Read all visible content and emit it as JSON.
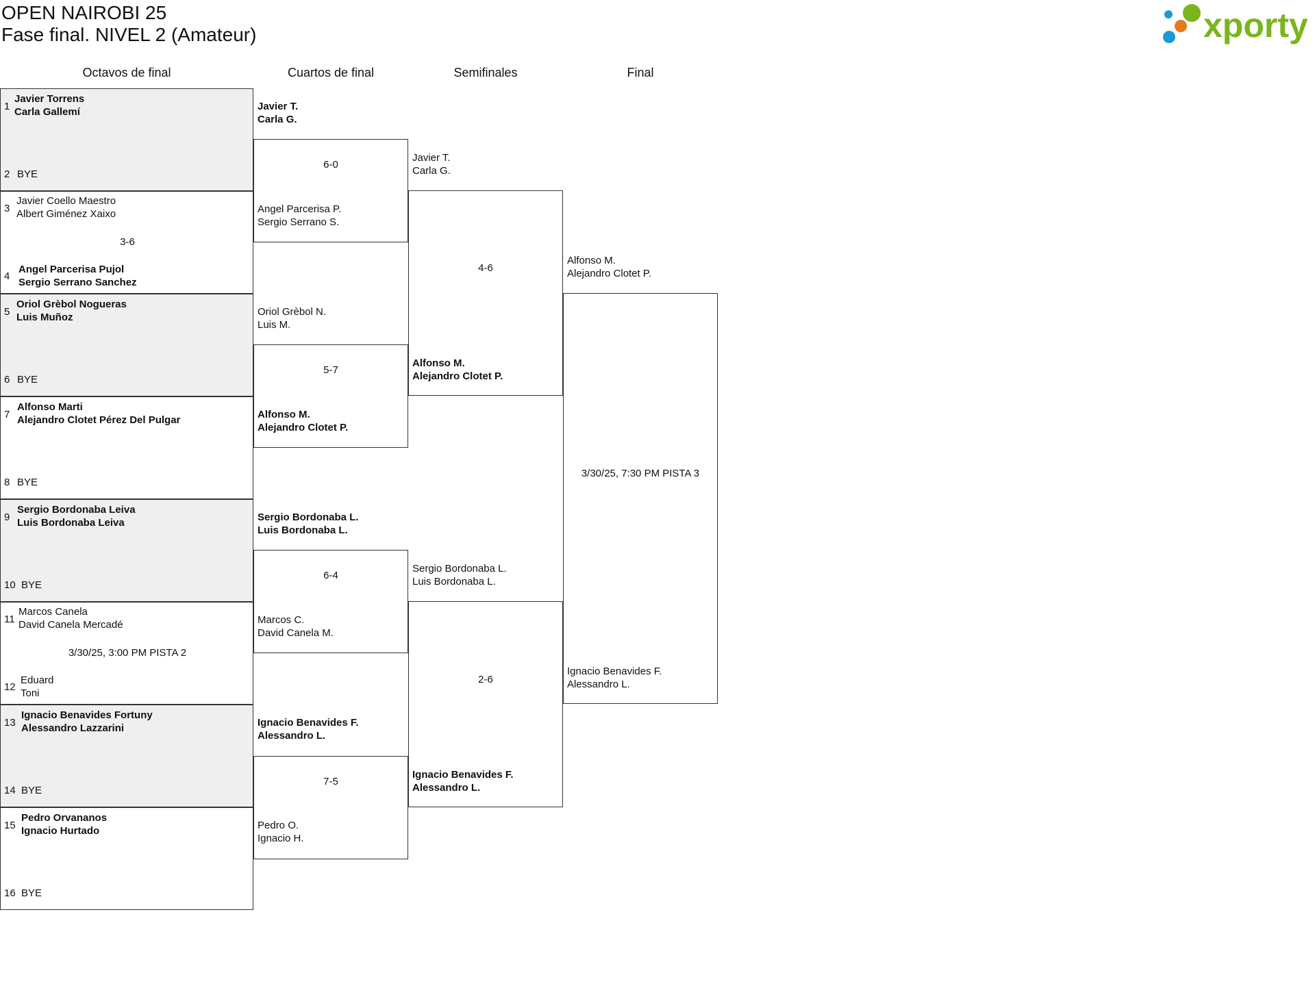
{
  "header": {
    "title": "OPEN NAIROBI 25",
    "subtitle": "Fase final. NIVEL 2 (Amateur)",
    "logo_text": "xporty",
    "logo_colors": [
      "#7ab51d",
      "#e67a1e",
      "#1a9ad6"
    ]
  },
  "rounds": [
    {
      "label": "Octavos de final"
    },
    {
      "label": "Cuartos de final"
    },
    {
      "label": "Semifinales"
    },
    {
      "label": "Final"
    }
  ],
  "r16": {
    "seeds": [
      "1",
      "2",
      "3",
      "4",
      "5",
      "6",
      "7",
      "8",
      "9",
      "10",
      "11",
      "12",
      "13",
      "14",
      "15",
      "16"
    ],
    "teams": [
      [
        "Javier Torrens",
        "Carla Gallemí"
      ],
      [
        "BYE"
      ],
      [
        "Javier Coello Maestro",
        "Albert Giménez Xaixo"
      ],
      [
        "Angel Parcerisa Pujol",
        "Sergio Serrano Sanchez"
      ],
      [
        "Oriol Grèbol Nogueras",
        "Luis Muñoz"
      ],
      [
        "BYE"
      ],
      [
        "Alfonso Marti",
        "Alejandro Clotet Pérez Del Pulgar"
      ],
      [
        "BYE"
      ],
      [
        "Sergio Bordonaba Leiva",
        "Luis Bordonaba Leiva"
      ],
      [
        "BYE"
      ],
      [
        "Marcos Canela",
        "David Canela Mercadé"
      ],
      [
        "Eduard",
        "Toni"
      ],
      [
        "Ignacio Benavides Fortuny",
        "Alessandro Lazzarini"
      ],
      [
        "BYE"
      ],
      [
        "Pedro Orvananos",
        "Ignacio Hurtado"
      ],
      [
        "BYE"
      ]
    ],
    "results": [
      "",
      "3-6",
      "",
      "",
      "",
      "3/30/25, 3:00 PM PISTA 2",
      "",
      ""
    ]
  },
  "qf": {
    "teams": [
      [
        "Javier T.",
        "Carla G."
      ],
      [
        "Angel Parcerisa P.",
        "Sergio Serrano S."
      ],
      [
        "Oriol Grèbol N.",
        "Luis M."
      ],
      [
        "Alfonso M.",
        "Alejandro Clotet P."
      ],
      [
        "Sergio Bordonaba L.",
        "Luis Bordonaba L."
      ],
      [
        "Marcos C.",
        "David Canela M."
      ],
      [
        "Ignacio Benavides F.",
        "Alessandro L."
      ],
      [
        "Pedro O.",
        "Ignacio H."
      ]
    ],
    "results": [
      "6-0",
      "5-7",
      "6-4",
      "7-5"
    ]
  },
  "sf": {
    "teams": [
      [
        "Javier T.",
        "Carla G."
      ],
      [
        "Alfonso M.",
        "Alejandro Clotet P."
      ],
      [
        "Sergio Bordonaba L.",
        "Luis Bordonaba L."
      ],
      [
        "Ignacio Benavides F.",
        "Alessandro L."
      ]
    ],
    "results": [
      "4-6",
      "2-6"
    ]
  },
  "final": {
    "teams": [
      [
        "Alfonso M.",
        "Alejandro Clotet P."
      ],
      [
        "Ignacio Benavides F.",
        "Alessandro L."
      ]
    ],
    "result": "3/30/25, 7:30 PM PISTA 3"
  }
}
